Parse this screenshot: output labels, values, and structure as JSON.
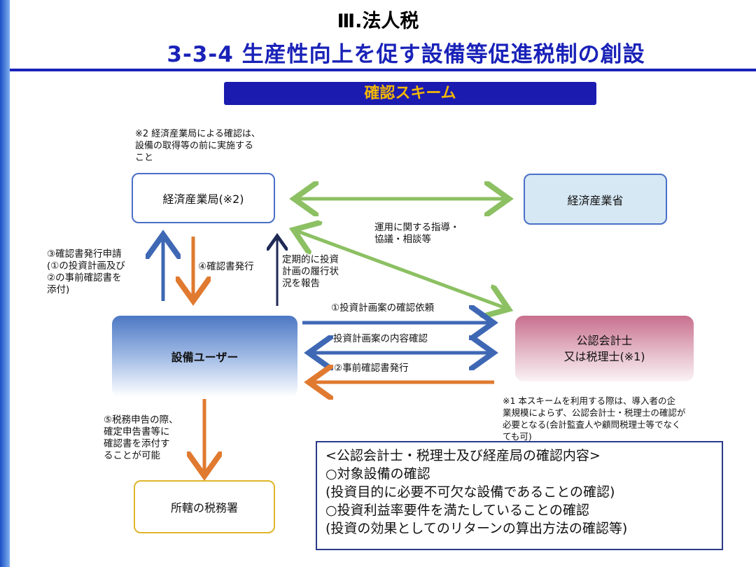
{
  "header": {
    "section": "Ⅲ.法人税",
    "title": "3-3-4 生産性向上を促す設備等促進税制の創設",
    "scheme_label": "確認スキーム"
  },
  "entities": {
    "local_bureau": "経済産業局(※2)",
    "ministry": "経済産業省",
    "user": "設備ユーザー",
    "cpa_line1": "公認会計士",
    "cpa_line2": "又は税理士(※1)",
    "tax_office": "所轄の税務署"
  },
  "notes": {
    "note2": "※2 経済産業局による確認は、\n設備の取得等の前に実施する\nこと",
    "note1": "※1 本スキームを利用する際は、導入者の企\n業規模によらず、公認会計士・税理士の確認が\n必要となる(会計監査人や顧問税理士等でなく\nても可)"
  },
  "flows": {
    "guidance": "運用に関する指導・\n協議・相談等",
    "step3": "③確認書発行申請\n(①の投資計画及び\n②の事前確認書を\n添付)",
    "step4": "④確認書発行",
    "periodic": "定期的に投資\n計画の履行状\n況を報告",
    "step1": "①投資計画案の確認依頼",
    "content_check": "投資計画案の内容確認",
    "step2": "②事前確認書発行",
    "step5": "⑤税務申告の際、\n確定申告書等に\n確認書を添付す\nることが可能"
  },
  "confirmation": {
    "heading": "<公認会計士・税理士及び経産局の確認内容>",
    "item1": "○対象設備の確認",
    "item1_detail": "(投資目的に必要不可欠な設備であることの確認)",
    "item2": "○投資利益率要件を満たしていることの確認",
    "item2_detail": "(投資の効果としてのリターンの算出方法の確認等)"
  },
  "colors": {
    "title_blue": "#1a22b8",
    "scheme_text": "#f2b705",
    "arrow_green": "#8cc063",
    "arrow_blue": "#3f68b4",
    "arrow_orange": "#e07a30",
    "arrow_navy": "#1f2a55"
  }
}
